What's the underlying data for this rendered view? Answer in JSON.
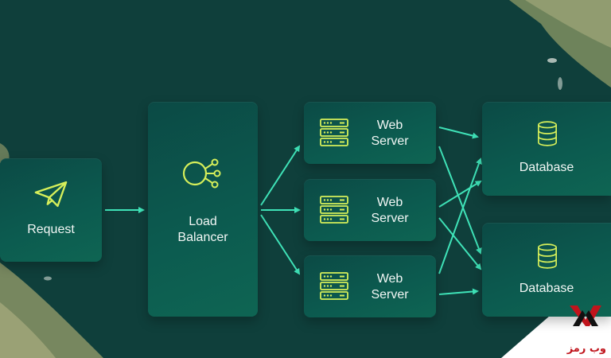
{
  "nodes": {
    "request": {
      "label": "Request",
      "icon": "paper-plane-icon"
    },
    "load_balancer": {
      "label": "Load\nBalancer",
      "icon": "network-hub-icon"
    },
    "web_server_1": {
      "label": "Web\nServer",
      "icon": "server-rack-icon"
    },
    "web_server_2": {
      "label": "Web\nServer",
      "icon": "server-rack-icon"
    },
    "web_server_3": {
      "label": "Web\nServer",
      "icon": "server-rack-icon"
    },
    "database_1": {
      "label": "Database",
      "icon": "database-icon"
    },
    "database_2": {
      "label": "Database",
      "icon": "database-icon"
    }
  },
  "watermark": {
    "text": "وب رمز"
  },
  "colors": {
    "accent": "#d6ef5a",
    "arrow": "#3fe3b8",
    "background": "#0f3f3b",
    "card": "#0c5a4f",
    "text": "#f2f7f5",
    "logo_red": "#c0141c"
  }
}
